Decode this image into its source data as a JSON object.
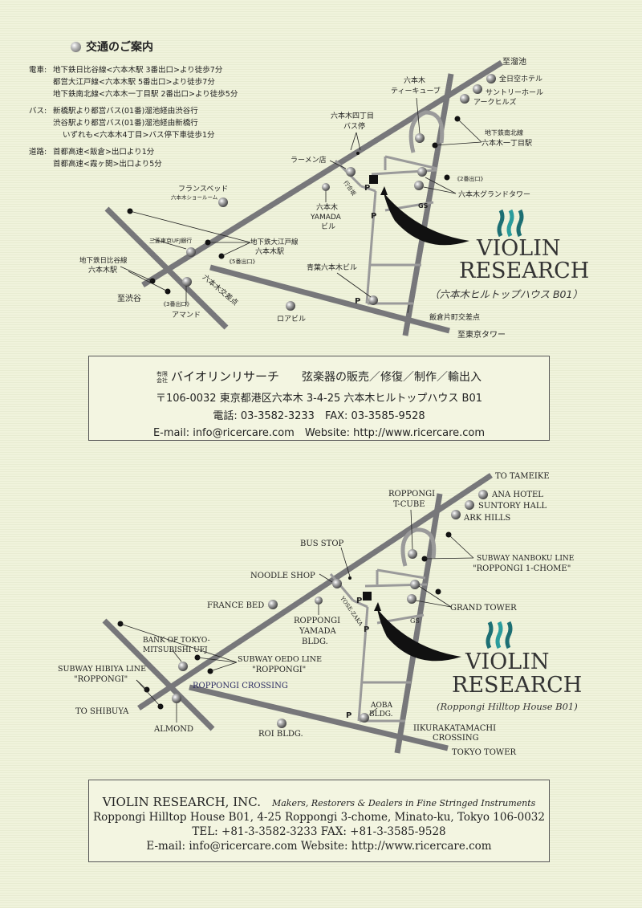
{
  "access_info": {
    "title": "交通のご案内",
    "groups": [
      {
        "category": "電車:",
        "lines": [
          "地下鉄日比谷線<六本木駅 3番出口>より徒歩7分",
          "都営大江戸線<六本木駅 5番出口>より徒歩7分",
          "地下鉄南北線<六本木一丁目駅 2番出口>より徒歩5分"
        ]
      },
      {
        "category": "バス:",
        "lines": [
          "新橋駅より都営バス(01番)溜池経由渋谷行",
          "渋谷駅より都営バス(01番)溜池経由新橋行",
          "いずれも<六本木4丁目>バス停下車徒歩1分"
        ]
      },
      {
        "category": "道路:",
        "lines": [
          "首都高速<飯倉>出口より1分",
          "首都高速<霞ヶ関>出口より5分"
        ]
      }
    ]
  },
  "map_jp": {
    "labels": {
      "tameike": "至溜池",
      "ana_hotel": "全日空ホテル",
      "suntory1": "サントリーホール",
      "suntory2": "アークヒルズ",
      "tcube1": "六本木",
      "tcube2": "ティーキューブ",
      "nanboku1": "地下鉄南北線",
      "nanboku2": "六本木一丁目駅",
      "exit2": "《2番出口》",
      "grand_tower": "六本木グランドタワー",
      "bus_stop1": "六本木四丁目",
      "bus_stop2": "バス停",
      "ramen": "ラーメン店",
      "yosezaka": "行合坂",
      "france_bed1": "フランスベッド",
      "france_bed2": "六本木ショールーム",
      "yamada1": "六本木",
      "yamada2": "YAMADA",
      "yamada3": "ビル",
      "ufj": "三菱東京UFJ銀行",
      "oedo1": "地下鉄大江戸線",
      "oedo2": "六本木駅",
      "exit5": "《5番出口》",
      "hibiya1": "地下鉄日比谷線",
      "hibiya2": "六本木駅",
      "exit3": "《3番出口》",
      "shibuya": "至渋谷",
      "almond": "アマンド",
      "crossing": "六本木交差点",
      "roi": "ロアビル",
      "aoba": "青葉六本木ビル",
      "iikura": "飯倉片町交差点",
      "tokyo_tower": "至東京タワー",
      "gs": "GS",
      "p": "P",
      "logo1": "VIOLIN",
      "logo2": "RESEARCH",
      "logo_sub": "（六本木ヒルトップハウス B01）"
    }
  },
  "info_jp": {
    "corp_small1": "有限",
    "corp_small2": "会社",
    "company": "バイオリンリサーチ",
    "business": "弦楽器の販売／修復／制作／輸出入",
    "address": "〒106-0032 東京都港区六本木 3-4-25 六本木ヒルトップハウス B01",
    "phone": "電話: 03-3582-3233　FAX: 03-3585-9528",
    "web": "E-mail: info@ricercare.com　Website: http://www.ricercare.com"
  },
  "map_en": {
    "labels": {
      "tameike": "TO TAMEIKE",
      "tcube1": "ROPPONGI",
      "tcube2": "T-CUBE",
      "ana_hotel": "ANA HOTEL",
      "suntory": "SUNTORY HALL",
      "ark_hills": "ARK HILLS",
      "bus_stop": "BUS STOP",
      "noodle": "NOODLE SHOP",
      "nanboku1": "SUBWAY NANBOKU LINE",
      "nanboku2": "\"ROPPONGI 1-CHOME\"",
      "france_bed": "FRANCE BED",
      "grand_tower": "GRAND TOWER",
      "yosezaka": "YOSE-ZAKA",
      "yamada1": "ROPPONGI",
      "yamada2": "YAMADA",
      "yamada3": "BLDG.",
      "ufj1": "BANK OF TOKYO-",
      "ufj2": "MITSUBISHI UFJ",
      "oedo1": "SUBWAY OEDO LINE",
      "oedo2": "\"ROPPONGI\"",
      "hibiya1": "SUBWAY HIBIYA LINE",
      "hibiya2": "\"ROPPONGI\"",
      "crossing": "ROPPONGI CROSSING",
      "shibuya": "TO SHIBUYA",
      "almond": "ALMOND",
      "roi": "ROI BLDG.",
      "aoba1": "AOBA",
      "aoba2": "BLDG.",
      "iikura1": "IIKURAKATAMACHI",
      "iikura2": "CROSSING",
      "tokyo_tower": "TOKYO TOWER",
      "gs": "GS",
      "p": "P",
      "logo1": "VIOLIN",
      "logo2": "RESEARCH",
      "logo_sub": "(Roppongi Hilltop House B01)"
    }
  },
  "info_en": {
    "company": "VIOLIN RESEARCH, INC.",
    "tagline": "Makers, Restorers & Dealers in Fine Stringed Instruments",
    "address": "Roppongi Hilltop House B01, 4-25 Roppongi 3-chome, Minato-ku, Tokyo 106-0032",
    "phone": "TEL: +81-3-3582-3233  FAX: +81-3-3585-9528",
    "web": "E-mail: info@ricercare.com  Website: http://www.ricercare.com"
  },
  "colors": {
    "road_major": "#77777a",
    "road_minor": "#9a9a9a",
    "background": "#f0f3dc",
    "logo_teal": "#2a9c9c"
  }
}
